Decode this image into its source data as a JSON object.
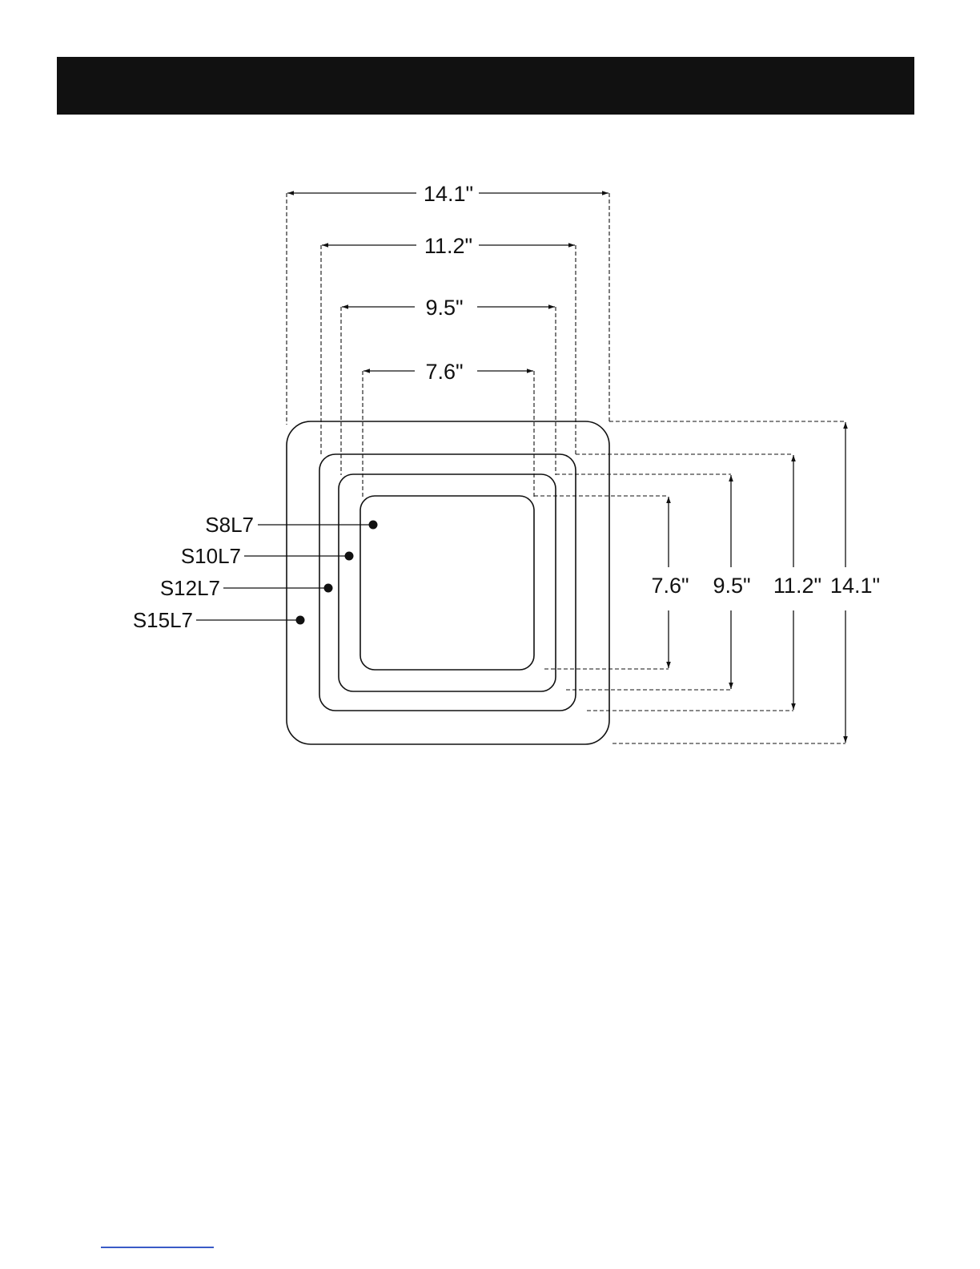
{
  "header": {
    "text": "",
    "color": "#111111"
  },
  "diagram": {
    "units": "\"",
    "squares": [
      {
        "model": "S15L7",
        "width_label": "14.1\"",
        "height_label": "14.1\"",
        "size_in": 14.1
      },
      {
        "model": "S12L7",
        "width_label": "11.2\"",
        "height_label": "11.2\"",
        "size_in": 11.2
      },
      {
        "model": "S10L7",
        "width_label": "9.5\"",
        "height_label": "9.5\"",
        "size_in": 9.5
      },
      {
        "model": "S8L7",
        "width_label": "7.6\"",
        "height_label": "7.6\"",
        "size_in": 7.6
      }
    ]
  },
  "footer": {
    "rule_color": "#3a5bc7"
  }
}
